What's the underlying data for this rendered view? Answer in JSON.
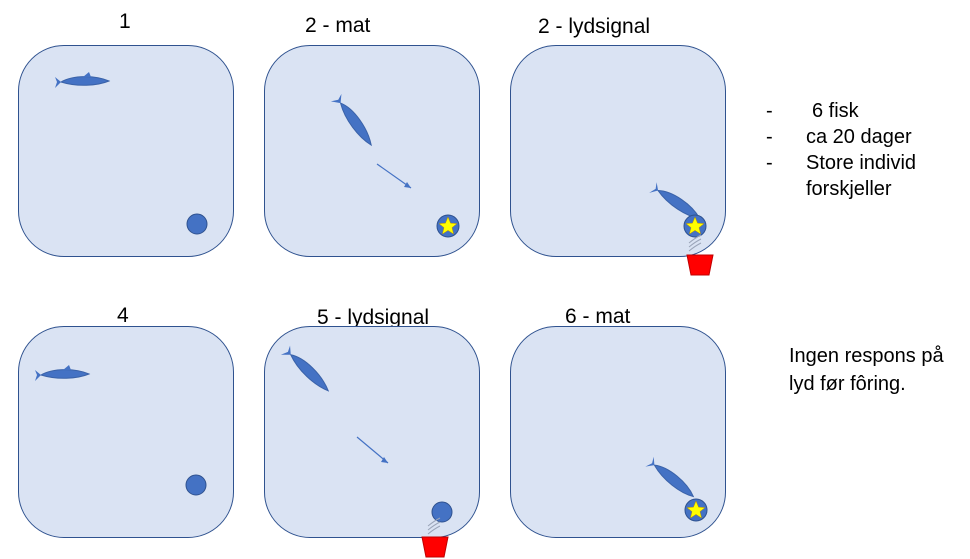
{
  "panels": [
    {
      "title": "1"
    },
    {
      "title": "2 - mat"
    },
    {
      "title": "2 - lydsignal"
    },
    {
      "title": "4"
    },
    {
      "title": "5 -  lydsignal"
    },
    {
      "title": "6 - mat"
    }
  ],
  "notes": {
    "items": [
      "6 fisk",
      "ca 20 dager",
      "Store individ forskjeller"
    ]
  },
  "bottom_note": "Ingen respons på\nlyd før fôring.",
  "colors": {
    "tank_fill": "#dae3f3",
    "tank_border": "#2f528f",
    "fish": "#4472c4",
    "food_star": "#ffff00",
    "speaker": "#ff0000"
  }
}
